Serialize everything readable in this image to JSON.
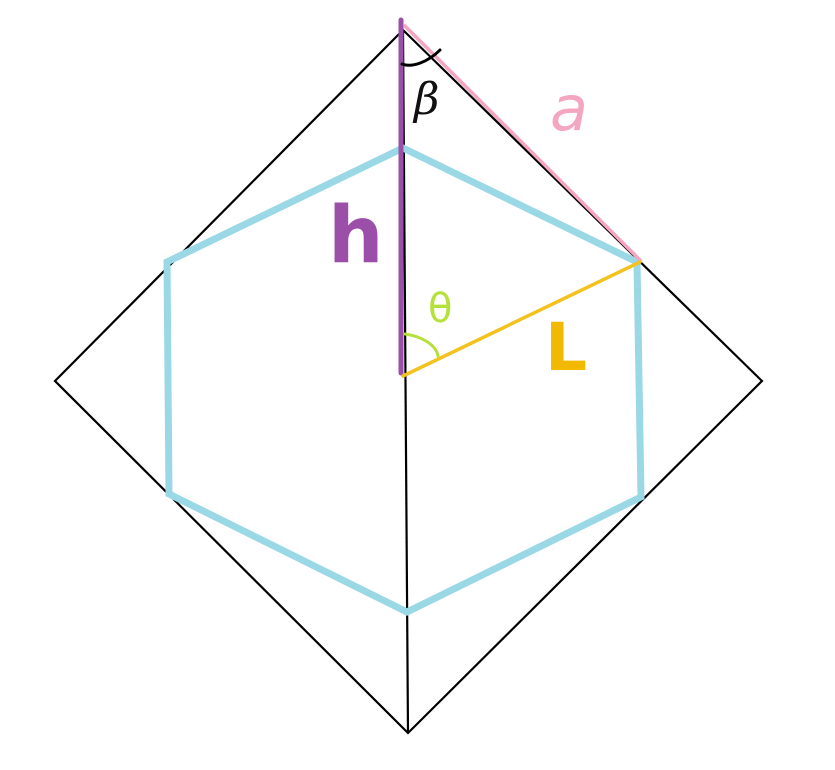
{
  "labels": {
    "beta": "β",
    "a": "a",
    "h": "h",
    "theta": "θ",
    "L": "L"
  },
  "colors": {
    "background": "#ffffff",
    "outline": "#000000",
    "hexagon": "#9ad8e6",
    "h_line": "#9b4fa8",
    "a_line": "#f4a6c0",
    "L_line": "#f3c21f",
    "theta_label": "#b6e03a",
    "h_label": "#9b4fa8",
    "a_label": "#f4a6c0",
    "L_label": "#f3b800",
    "beta_label": "#111111"
  }
}
